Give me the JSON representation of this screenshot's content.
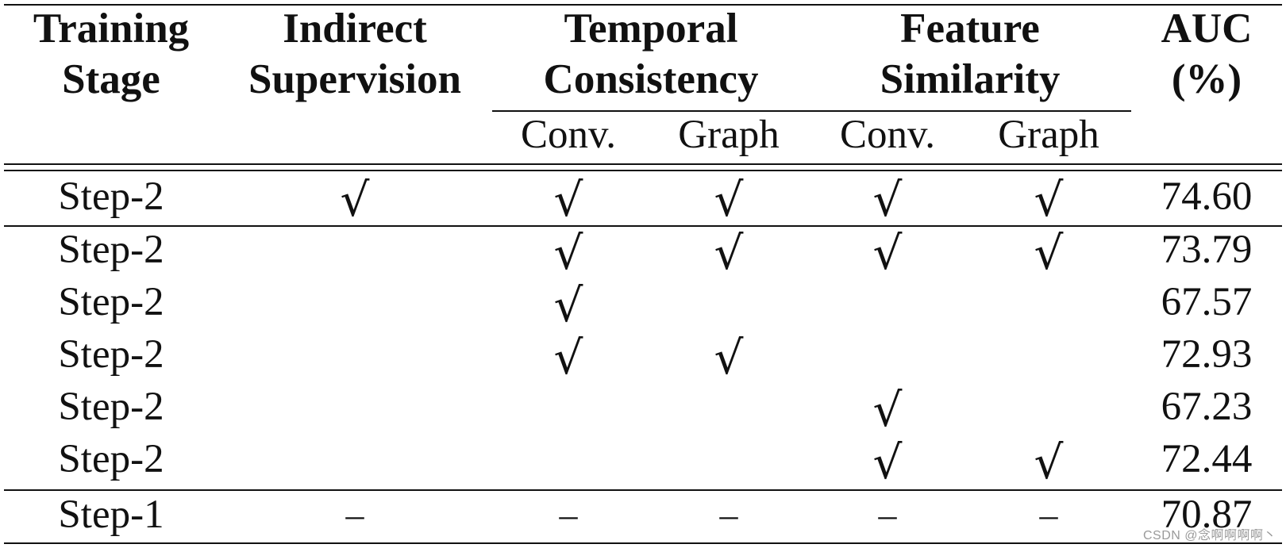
{
  "table": {
    "headers": {
      "training_stage": [
        "Training",
        "Stage"
      ],
      "indirect_supervision": [
        "Indirect",
        "Supervision"
      ],
      "temporal_consistency": [
        "Temporal",
        "Consistency"
      ],
      "feature_similarity": [
        "Feature",
        "Similarity"
      ],
      "auc": [
        "AUC",
        "(%)"
      ]
    },
    "subheaders": {
      "tc_conv": "Conv.",
      "tc_graph": "Graph",
      "fs_conv": "Conv.",
      "fs_graph": "Graph"
    },
    "rows": [
      {
        "stage": "Step-2",
        "indirect": "√",
        "tc_conv": "√",
        "tc_graph": "√",
        "fs_conv": "√",
        "fs_graph": "√",
        "auc": "74.60"
      },
      {
        "stage": "Step-2",
        "indirect": "",
        "tc_conv": "√",
        "tc_graph": "√",
        "fs_conv": "√",
        "fs_graph": "√",
        "auc": "73.79"
      },
      {
        "stage": "Step-2",
        "indirect": "",
        "tc_conv": "√",
        "tc_graph": "",
        "fs_conv": "",
        "fs_graph": "",
        "auc": "67.57"
      },
      {
        "stage": "Step-2",
        "indirect": "",
        "tc_conv": "√",
        "tc_graph": "√",
        "fs_conv": "",
        "fs_graph": "",
        "auc": "72.93"
      },
      {
        "stage": "Step-2",
        "indirect": "",
        "tc_conv": "",
        "tc_graph": "",
        "fs_conv": "√",
        "fs_graph": "",
        "auc": "67.23"
      },
      {
        "stage": "Step-2",
        "indirect": "",
        "tc_conv": "",
        "tc_graph": "",
        "fs_conv": "√",
        "fs_graph": "√",
        "auc": "72.44"
      },
      {
        "stage": "Step-1",
        "indirect": "–",
        "tc_conv": "–",
        "tc_graph": "–",
        "fs_conv": "–",
        "fs_graph": "–",
        "auc": "70.87"
      }
    ]
  },
  "watermark": "CSDN @念啊啊啊啊丶"
}
